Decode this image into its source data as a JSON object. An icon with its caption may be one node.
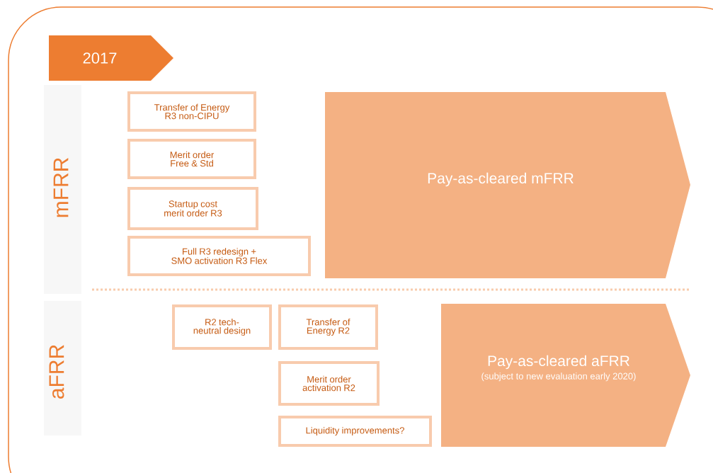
{
  "diagram": {
    "nodes": [
      {
        "text": [
          "2017"
        ]
      },
      {
        "text": [
          "Transfer of Energy R3 non-CIPU"
        ]
      },
      {
        "text": [
          "Merit order Free & Std"
        ]
      },
      {
        "text": [
          "Startup cost merit order R3"
        ]
      },
      {
        "text": [
          "Full R3 redesign + SMO activation R3 Flex"
        ]
      },
      {
        "text": [
          "Pay-as-cleared mFRR"
        ]
      },
      {
        "text": [
          "R2 tech-neutral design"
        ]
      },
      {
        "text": [
          "Transfer of Energy R2"
        ]
      },
      {
        "text": [
          "Merit order activation R2"
        ]
      },
      {
        "text": [
          "Liquidity improvements?"
        ]
      },
      {
        "text": [
          "Pay-as-cleared aFRR",
          "(subject to new evaluation early 2020)"
        ]
      }
    ],
    "labels": [
      "mFRR",
      "aFRR"
    ]
  }
}
